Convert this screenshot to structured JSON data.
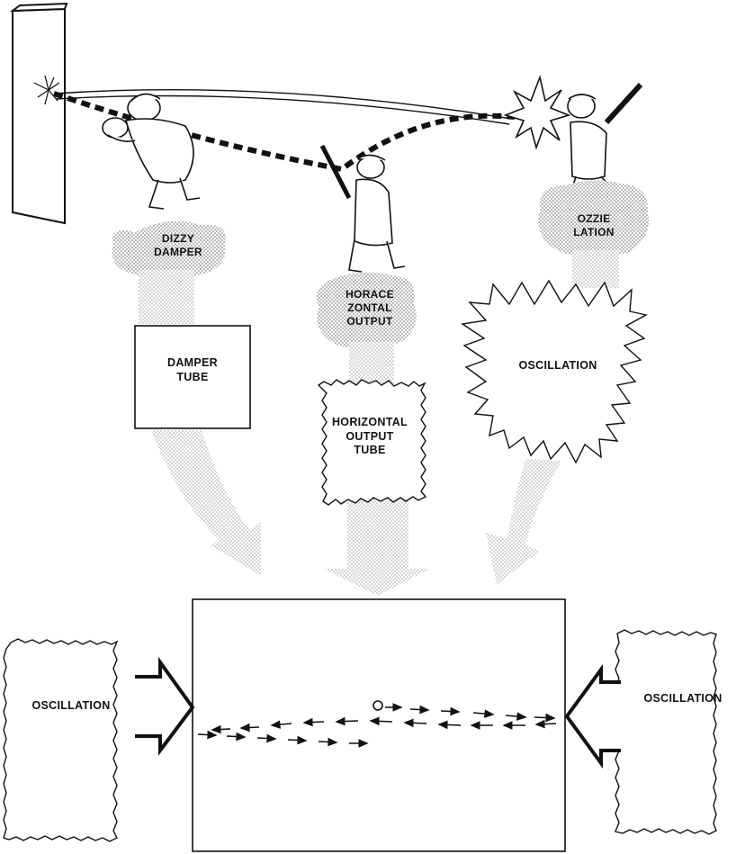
{
  "characters": {
    "dizzy": {
      "line1": "DIZZY",
      "line2": "DAMPER"
    },
    "horace": {
      "line1": "HORACE",
      "line2": "ZONTAL",
      "line3": "OUTPUT"
    },
    "ozzie": {
      "line1": "OZZIE",
      "line2": "LATION"
    }
  },
  "boxes": {
    "damper_tube": {
      "line1": "DAMPER",
      "line2": "TUBE"
    },
    "horiz_output": {
      "line1": "HORIZONTAL",
      "line2": "OUTPUT",
      "line3": "TUBE"
    },
    "oscillation_top": "OSCILLATION"
  },
  "bottom": {
    "osc_left": "OSCILLATION",
    "osc_right": "OSCILLATION"
  }
}
